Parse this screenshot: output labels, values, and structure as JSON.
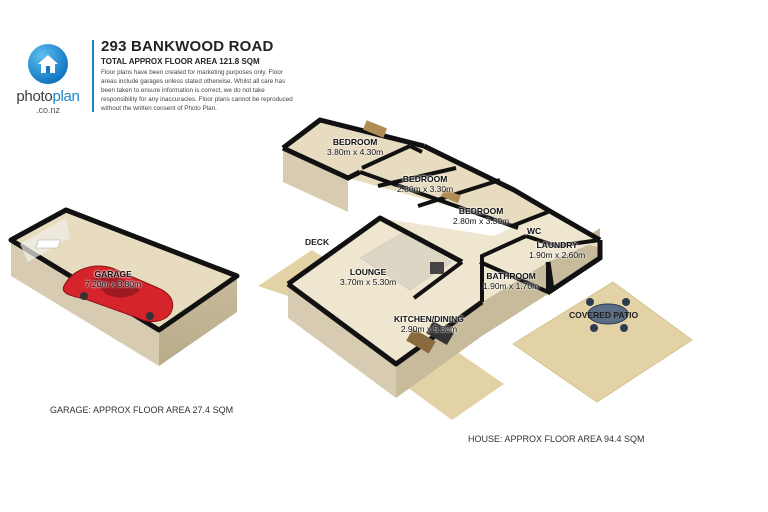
{
  "brand": {
    "name_part1": "photo",
    "name_part2": "plan",
    "domain": ".co.nz",
    "accent": "#1d84c9"
  },
  "header": {
    "title": "293 BANKWOOD ROAD",
    "subtitle": "TOTAL APPROX FLOOR AREA 121.8 SQM",
    "disclaimer": "Floor plans have been created for marketing purposes only. Floor areas include garages unless stated otherwise. Whilst all care has been taken to ensure information is correct, we do not take responsibility for any inaccuracies. Floor plans cannot be reproduced without the written consent of Photo Plan."
  },
  "rooms": [
    {
      "name": "BEDROOM",
      "size": "3.80m x 4.30m"
    },
    {
      "name": "BEDROOM",
      "size": "2.80m x 3.30m"
    },
    {
      "name": "BEDROOM",
      "size": "2.80m x 3.30m"
    },
    {
      "name": "WC",
      "size": ""
    },
    {
      "name": "LAUNDRY",
      "size": "1.90m x 2.60m"
    },
    {
      "name": "LOUNGE",
      "size": "3.70m x 5.30m"
    },
    {
      "name": "BATHROOM",
      "size": "1.90m x 1.70m"
    },
    {
      "name": "KITCHEN/DINING",
      "size": "2.90m x 5.30m"
    },
    {
      "name": "GARAGE",
      "size": "7.20m x 3.80m"
    }
  ],
  "outdoor": {
    "deck": "DECK",
    "covered_patio": "COVERED PATIO"
  },
  "areas": {
    "garage": "GARAGE: APPROX FLOOR AREA 27.4 SQM",
    "house": "HOUSE: APPROX FLOOR AREA 94.4 SQM"
  },
  "colors": {
    "wall_top": "#111111",
    "wall_side": "#d7ccb1",
    "floor": "#e8dcc0",
    "deck": "#e2d2a6",
    "car": "#d5242b"
  }
}
